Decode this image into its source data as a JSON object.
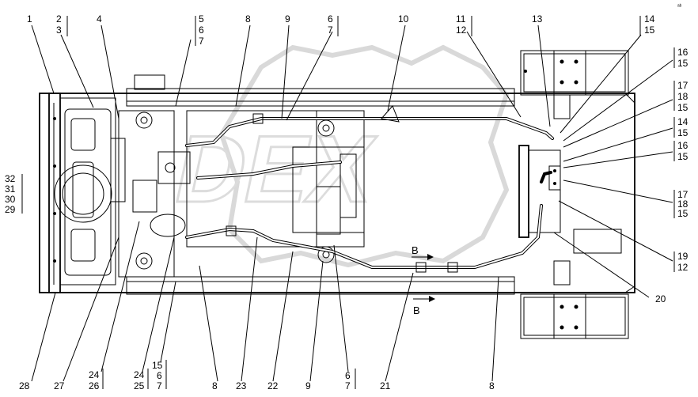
{
  "corner_mark": "ᵃᵇ",
  "view_label": "B",
  "callouts_top": [
    {
      "id": "t1",
      "text": "1"
    },
    {
      "id": "t2",
      "text": "2"
    },
    {
      "id": "t3",
      "text": "3"
    },
    {
      "id": "t4",
      "text": "4"
    },
    {
      "id": "t5",
      "text": "5"
    },
    {
      "id": "t6",
      "text": "6"
    },
    {
      "id": "t7",
      "text": "7"
    },
    {
      "id": "t8",
      "text": "8"
    },
    {
      "id": "t9",
      "text": "9"
    },
    {
      "id": "t6b",
      "text": "6"
    },
    {
      "id": "t7b",
      "text": "7"
    },
    {
      "id": "t10",
      "text": "10"
    },
    {
      "id": "t11",
      "text": "11"
    },
    {
      "id": "t12",
      "text": "12"
    },
    {
      "id": "t13",
      "text": "13"
    },
    {
      "id": "t14",
      "text": "14"
    },
    {
      "id": "t15",
      "text": "15"
    }
  ],
  "callouts_right": [
    {
      "id": "r16a",
      "text": "16"
    },
    {
      "id": "r15a",
      "text": "15"
    },
    {
      "id": "r17a",
      "text": "17"
    },
    {
      "id": "r18a",
      "text": "18"
    },
    {
      "id": "r15b",
      "text": "15"
    },
    {
      "id": "r14",
      "text": "14"
    },
    {
      "id": "r15c",
      "text": "15"
    },
    {
      "id": "r16b",
      "text": "16"
    },
    {
      "id": "r15d",
      "text": "15"
    },
    {
      "id": "r17b",
      "text": "17"
    },
    {
      "id": "r18b",
      "text": "18"
    },
    {
      "id": "r15e",
      "text": "15"
    },
    {
      "id": "r19",
      "text": "19"
    },
    {
      "id": "r12",
      "text": "12"
    },
    {
      "id": "r20",
      "text": "20"
    }
  ],
  "callouts_left": [
    {
      "id": "l32",
      "text": "32"
    },
    {
      "id": "l31",
      "text": "31"
    },
    {
      "id": "l30",
      "text": "30"
    },
    {
      "id": "l29",
      "text": "29"
    }
  ],
  "callouts_bottom": [
    {
      "id": "b28",
      "text": "28"
    },
    {
      "id": "b27",
      "text": "27"
    },
    {
      "id": "b24a",
      "text": "24"
    },
    {
      "id": "b26",
      "text": "26"
    },
    {
      "id": "b24b",
      "text": "24"
    },
    {
      "id": "b25",
      "text": "25"
    },
    {
      "id": "b15",
      "text": "15"
    },
    {
      "id": "b6",
      "text": "6"
    },
    {
      "id": "b7",
      "text": "7"
    },
    {
      "id": "b8a",
      "text": "8"
    },
    {
      "id": "b23",
      "text": "23"
    },
    {
      "id": "b22",
      "text": "22"
    },
    {
      "id": "b9",
      "text": "9"
    },
    {
      "id": "b6b",
      "text": "6"
    },
    {
      "id": "b7b",
      "text": "7"
    },
    {
      "id": "b21",
      "text": "21"
    },
    {
      "id": "b8b",
      "text": "8"
    }
  ]
}
